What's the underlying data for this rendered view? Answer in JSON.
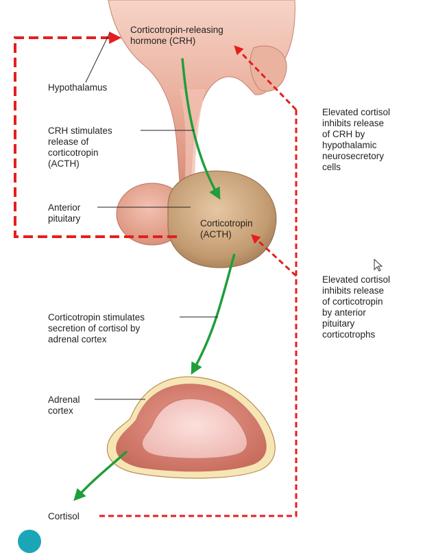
{
  "colors": {
    "feedback_red": "#e41e1e",
    "stimulate_green": "#1f9e3a",
    "tissue_pink": "#e7a493",
    "pituitary_tan": "#b98d65",
    "adrenal_pink": "#f2c0bd"
  },
  "labels": {
    "crh": "Corticotropin-releasing\nhormone (CRH)",
    "hypothalamus": "Hypothalamus",
    "crh_stimulates": "CRH stimulates\nrelease of\ncorticotropin\n(ACTH)",
    "anterior_pituitary": "Anterior\npituitary",
    "acth": "Corticotropin\n(ACTH)",
    "elevated_crh": "Elevated cortisol\ninhibits release\nof CRH by\nhypothalamic\nneurosecretory\ncells",
    "elevated_acth": "Elevated cortisol\ninhibits release\nof corticotropin\nby anterior\npituitary\ncorticotrophs",
    "corticotropin_stimulates": "Corticotropin stimulates\nsecretion of cortisol by\nadrenal cortex",
    "adrenal_cortex": "Adrenal\ncortex",
    "cortisol": "Cortisol"
  },
  "icons": {
    "cursor": "mouse-pointer-icon",
    "corner": "help-bubble-icon"
  }
}
